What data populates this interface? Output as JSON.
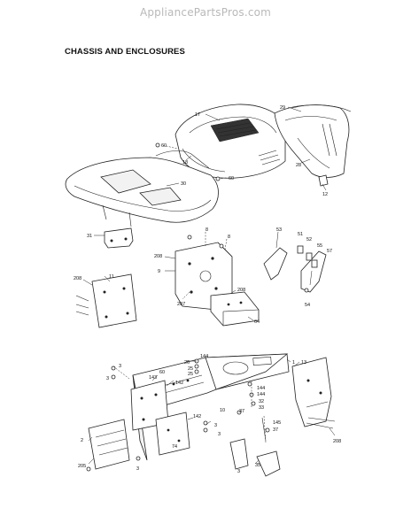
{
  "header": {
    "site": "AppliancePartsPros.com"
  },
  "diagram": {
    "title": "CHASSIS AND ENCLOSURES",
    "labels": {
      "p17": "17",
      "p29": "29",
      "p60a": "60",
      "p18": "18",
      "p28": "28",
      "p30": "30",
      "p60b": "60",
      "p12": "12",
      "p31": "31",
      "p8a": "8",
      "p8b": "8",
      "p208a": "208",
      "p9": "9",
      "p53": "53",
      "p51": "51",
      "p52": "52",
      "p55": "55",
      "p57": "57",
      "p54": "54",
      "p208b": "208",
      "p11": "11",
      "p207": "207",
      "p208c": "208",
      "p64": "64",
      "p144a": "144",
      "p26": "26",
      "p25a": "25",
      "p25b": "25",
      "p1": "1",
      "p13": "13",
      "p3a": "3",
      "p3b": "3",
      "p60c": "60",
      "p143": "143",
      "p142a": "142",
      "p144b": "144",
      "p144c": "144",
      "p32": "32",
      "p33": "33",
      "p145": "145",
      "p37a": "37",
      "p37b": "37",
      "p10": "10",
      "p142b": "142",
      "p3c": "3",
      "p3d": "3",
      "p74": "74",
      "p2": "2",
      "p3e": "3",
      "p205": "205",
      "p208d": "208",
      "p35": "35",
      "p3f": "3"
    }
  }
}
